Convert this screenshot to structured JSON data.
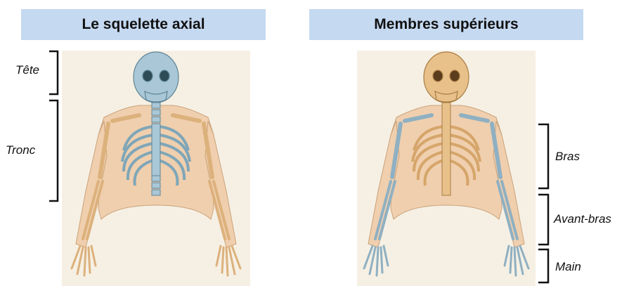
{
  "headers": {
    "left": "Le squelette axial",
    "right": "Membres supérieurs"
  },
  "labels": {
    "left": {
      "head": "Tête",
      "trunk": "Tronc"
    },
    "right": {
      "arm": "Bras",
      "forearm": "Avant-bras",
      "hand": "Main"
    }
  },
  "colors": {
    "header_bg": "#c5d9f1",
    "panel_bg": "#f6f0e4",
    "axial_bone": "#a9c7d6",
    "limb_bone": "#dcb17c",
    "skin": "#f0cfae"
  }
}
